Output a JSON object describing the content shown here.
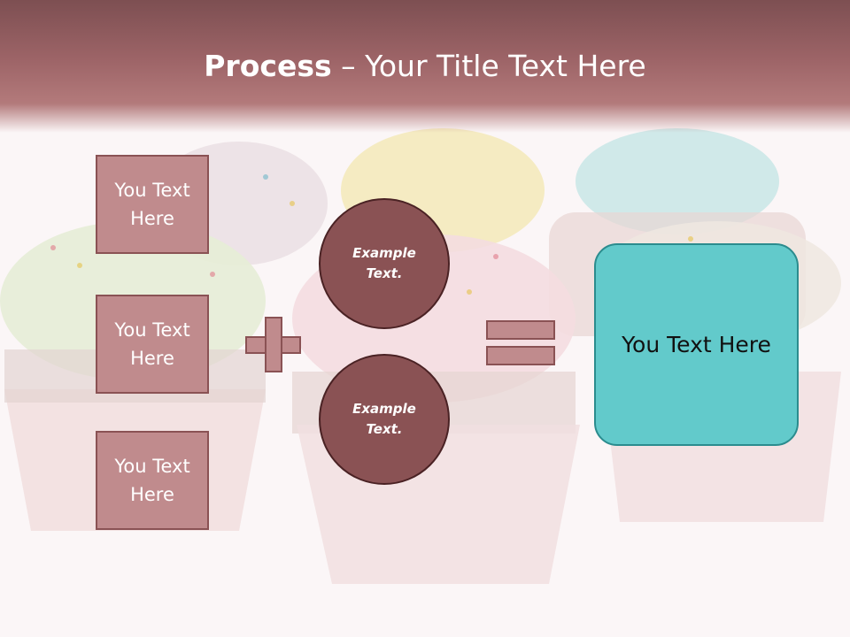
{
  "title": {
    "bold": "Process",
    "rest": " – Your Title Text Here"
  },
  "inputs": [
    {
      "label": "You Text Here"
    },
    {
      "label": "You Text Here"
    },
    {
      "label": "You Text Here"
    }
  ],
  "circles": [
    {
      "label": "Example Text."
    },
    {
      "label": "Example Text."
    }
  ],
  "result": {
    "label": "You Text Here"
  },
  "colors": {
    "header": "#9d6467",
    "box_fill": "#c08b8d",
    "circle_fill": "#8a5254",
    "result_fill": "#62cacb"
  }
}
